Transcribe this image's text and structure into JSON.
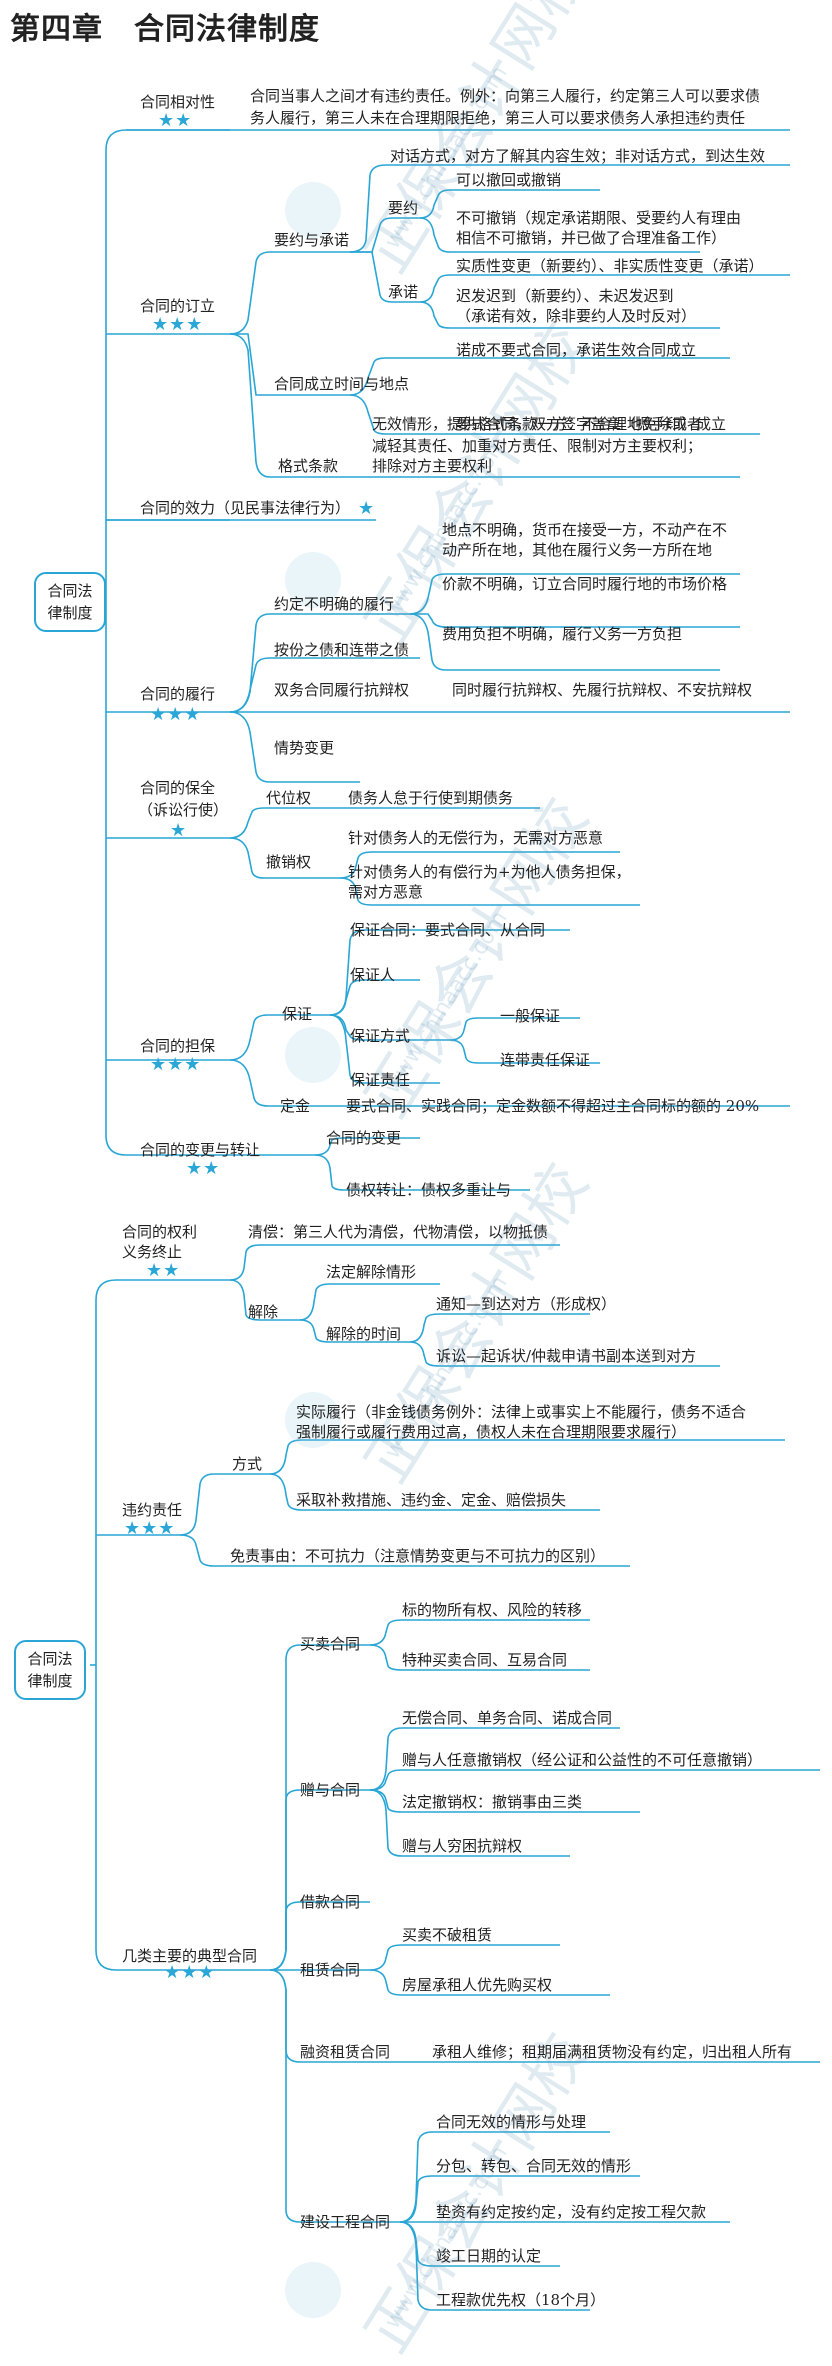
{
  "title": "第四章　合同法律制度",
  "watermark": {
    "main": "正保会计网校",
    "sub": "www.chinaacc.com"
  },
  "colors": {
    "line": "#29a6d5",
    "star": "#2aa7d6"
  },
  "star3": "★★★",
  "star2": "★★",
  "star1": "★",
  "part1": {
    "root": [
      "合同法",
      "律制度"
    ],
    "b1": {
      "label": "合同相对性",
      "text1": "合同当事人之间才有违约责任。例外：向第三人履行，约定第三人可以要求债",
      "text2": "务人履行，第三人未在合理期限拒绝，第三人可以要求债务人承担违约责任"
    },
    "b2": {
      "label": "合同的订立",
      "offer": {
        "label": "要约与承诺",
        "l1": "对话方式，对方了解其内容生效；非对话方式，到达生效",
        "yaoyue": "要约",
        "y1": "可以撤回或撤销",
        "y2a": "不可撤销（规定承诺期限、受要约人有理由",
        "y2b": "相信不可撤销，并已做了合理准备工作）",
        "chengnuo": "承诺",
        "c1": "实质性变更（新要约）、非实质性变更（承诺）",
        "c2a": "迟发迟到（新要约）、未迟发迟到",
        "c2b": "（承诺有效，除非要约人及时反对）"
      },
      "time": {
        "label": "合同成立时间与地点",
        "t1": "诺成不要式合同，承诺生效合同成立",
        "t2": "要式合同，双方签字盖章（摁手印）成立"
      },
      "format": {
        "label": "格式条款",
        "f1": "无效情形，提供格式条款一方：不合理地免除或者",
        "f2": "减轻其责任、加重对方责任、限制对方主要权利；",
        "f3": "排除对方主要权利"
      }
    },
    "b3": {
      "label": "合同的效力（见民事法律行为）"
    },
    "b4": {
      "label": "合同的履行",
      "unclear": {
        "label": "约定不明确的履行",
        "u1a": "地点不明确，货币在接受一方，不动产在不",
        "u1b": "动产所在地，其他在履行义务一方所在地",
        "u2": "价款不明确，订立合同时履行地的市场价格",
        "u3": "费用负担不明确，履行义务一方负担"
      },
      "share": "按份之债和连带之债",
      "defense": {
        "label": "双务合同履行抗辩权",
        "text": "同时履行抗辩权、先履行抗辩权、不安抗辩权"
      },
      "change": "情势变更"
    },
    "b5": {
      "label1": "合同的保全",
      "label2": "（诉讼行使）",
      "subro": {
        "label": "代位权",
        "text": "债务人怠于行使到期债务"
      },
      "revoke": {
        "label": "撤销权",
        "r1": "针对债务人的无偿行为，无需对方恶意",
        "r2a": "针对债务人的有偿行为+为他人债务担保，",
        "r2b": "需对方恶意"
      }
    },
    "b6": {
      "label": "合同的担保",
      "guar": {
        "label": "保证",
        "g1": "保证合同：要式合同、从合同",
        "g2": "保证人",
        "g3": "保证方式",
        "g3a": "一般保证",
        "g3b": "连带责任保证",
        "g4": "保证责任"
      },
      "deposit": {
        "label": "定金",
        "text": "要式合同、实践合同；定金数额不得超过主合同标的额的 20%"
      }
    },
    "b7": {
      "label": "合同的变更与转让",
      "a": "合同的变更",
      "b": "债权转让：债权多重让与"
    }
  },
  "part2": {
    "root": [
      "合同法",
      "律制度"
    ],
    "b1": {
      "label1": "合同的权利",
      "label2": "义务终止",
      "clear": "清偿：第三人代为清偿，代物清偿，以物抵债",
      "cancel": {
        "label": "解除",
        "a": "法定解除情形",
        "b": "解除的时间",
        "b1": "通知—到达对方（形成权）",
        "b2": "诉讼—起诉状/仲裁申请书副本送到对方"
      }
    },
    "b2": {
      "label": "违约责任",
      "way": {
        "label": "方式",
        "w1a": "实际履行（非金钱债务例外：法律上或事实上不能履行，债务不适合",
        "w1b": "强制履行或履行费用过高，债权人未在合理期限要求履行）",
        "w2": "采取补救措施、违约金、定金、赔偿损失"
      },
      "exempt": "免责事由：不可抗力（注意情势变更与不可抗力的区别）"
    },
    "b3": {
      "label": "几类主要的典型合同",
      "sale": {
        "label": "买卖合同",
        "s1": "标的物所有权、风险的转移",
        "s2": "特种买卖合同、互易合同"
      },
      "gift": {
        "label": "赠与合同",
        "g1": "无偿合同、单务合同、诺成合同",
        "g2": "赠与人任意撤销权（经公证和公益性的不可任意撤销）",
        "g3": "法定撤销权：撤销事由三类",
        "g4": "赠与人穷困抗辩权"
      },
      "loan": "借款合同",
      "lease": {
        "label": "租赁合同",
        "l1": "买卖不破租赁",
        "l2": "房屋承租人优先购买权"
      },
      "finlease": {
        "label": "融资租赁合同",
        "text": "承租人维修；租期届满租赁物没有约定，归出租人所有"
      },
      "constr": {
        "label": "建设工程合同",
        "c1": "合同无效的情形与处理",
        "c2": "分包、转包、合同无效的情形",
        "c3": "垫资有约定按约定，没有约定按工程欠款",
        "c4": "竣工日期的认定",
        "c5": "工程款优先权（18个月）"
      }
    }
  }
}
